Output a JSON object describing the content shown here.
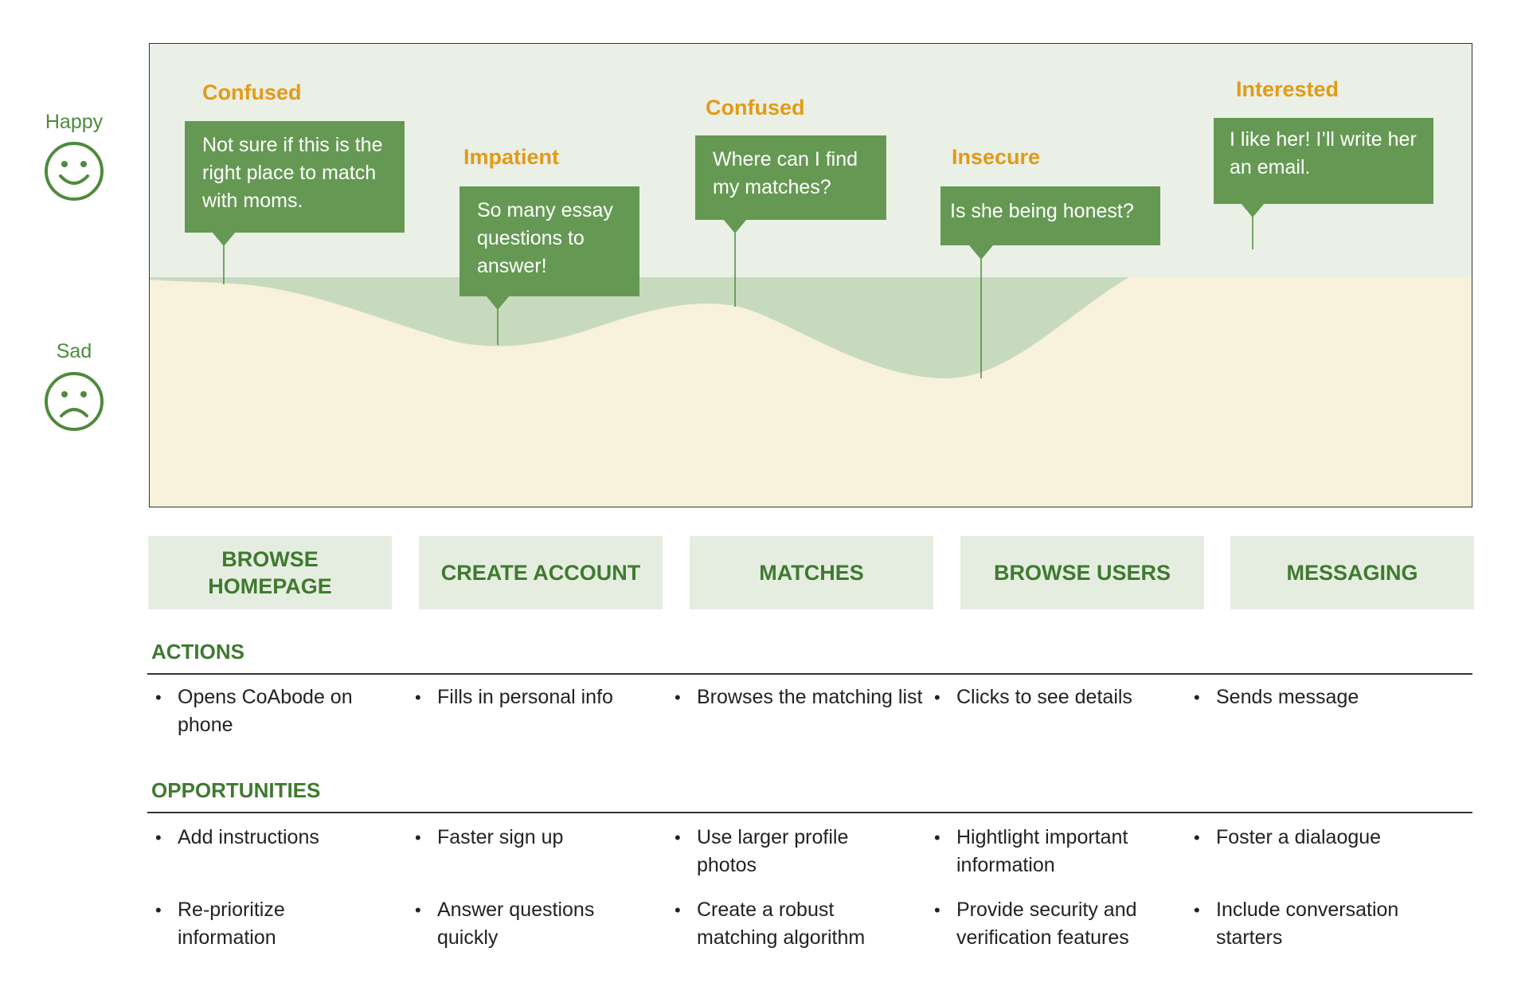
{
  "scale": {
    "happy_label": "Happy",
    "sad_label": "Sad",
    "happy_icon": "smiley-face-icon",
    "sad_icon": "sad-face-icon"
  },
  "colors": {
    "primary_green": "#659953",
    "heading_green": "#3f7a2f",
    "emotion_orange": "#e39a16",
    "positive_bg": "#eaf0e6",
    "negative_bg": "#f8f1dc",
    "dip_fill": "#c8dabe"
  },
  "touchpoints": [
    {
      "emotion": "Confused",
      "thought": "Not sure if this is the right place to match with moms."
    },
    {
      "emotion": "Impatient",
      "thought": "So many essay questions to answer!"
    },
    {
      "emotion": "Confused",
      "thought": "Where can I find my matches?"
    },
    {
      "emotion": "Insecure",
      "thought": "Is she being honest?"
    },
    {
      "emotion": "Interested",
      "thought": "I like her!  I’ll write her an email."
    }
  ],
  "phases": [
    {
      "title": "BROWSE HOMEPAGE",
      "actions": [
        "Opens CoAbode on phone"
      ],
      "opportunities": [
        "Add instructions",
        "Re-prioritize information"
      ]
    },
    {
      "title": "CREATE ACCOUNT",
      "actions": [
        "Fills in personal info"
      ],
      "opportunities": [
        "Faster sign up",
        "Answer questions quickly"
      ]
    },
    {
      "title": "MATCHES",
      "actions": [
        "Browses the matching list"
      ],
      "opportunities": [
        "Use larger profile photos",
        "Create a robust matching algorithm"
      ]
    },
    {
      "title": "BROWSE USERS",
      "actions": [
        "Clicks to see details"
      ],
      "opportunities": [
        "Hightlight important information",
        "Provide security and verification features"
      ]
    },
    {
      "title": "MESSAGING",
      "actions": [
        "Sends message"
      ],
      "opportunities": [
        "Foster a dialaogue",
        "Include conversation starters"
      ]
    }
  ],
  "sections": {
    "actions_title": "ACTIONS",
    "opportunities_title": "OPPORTUNITIES"
  }
}
